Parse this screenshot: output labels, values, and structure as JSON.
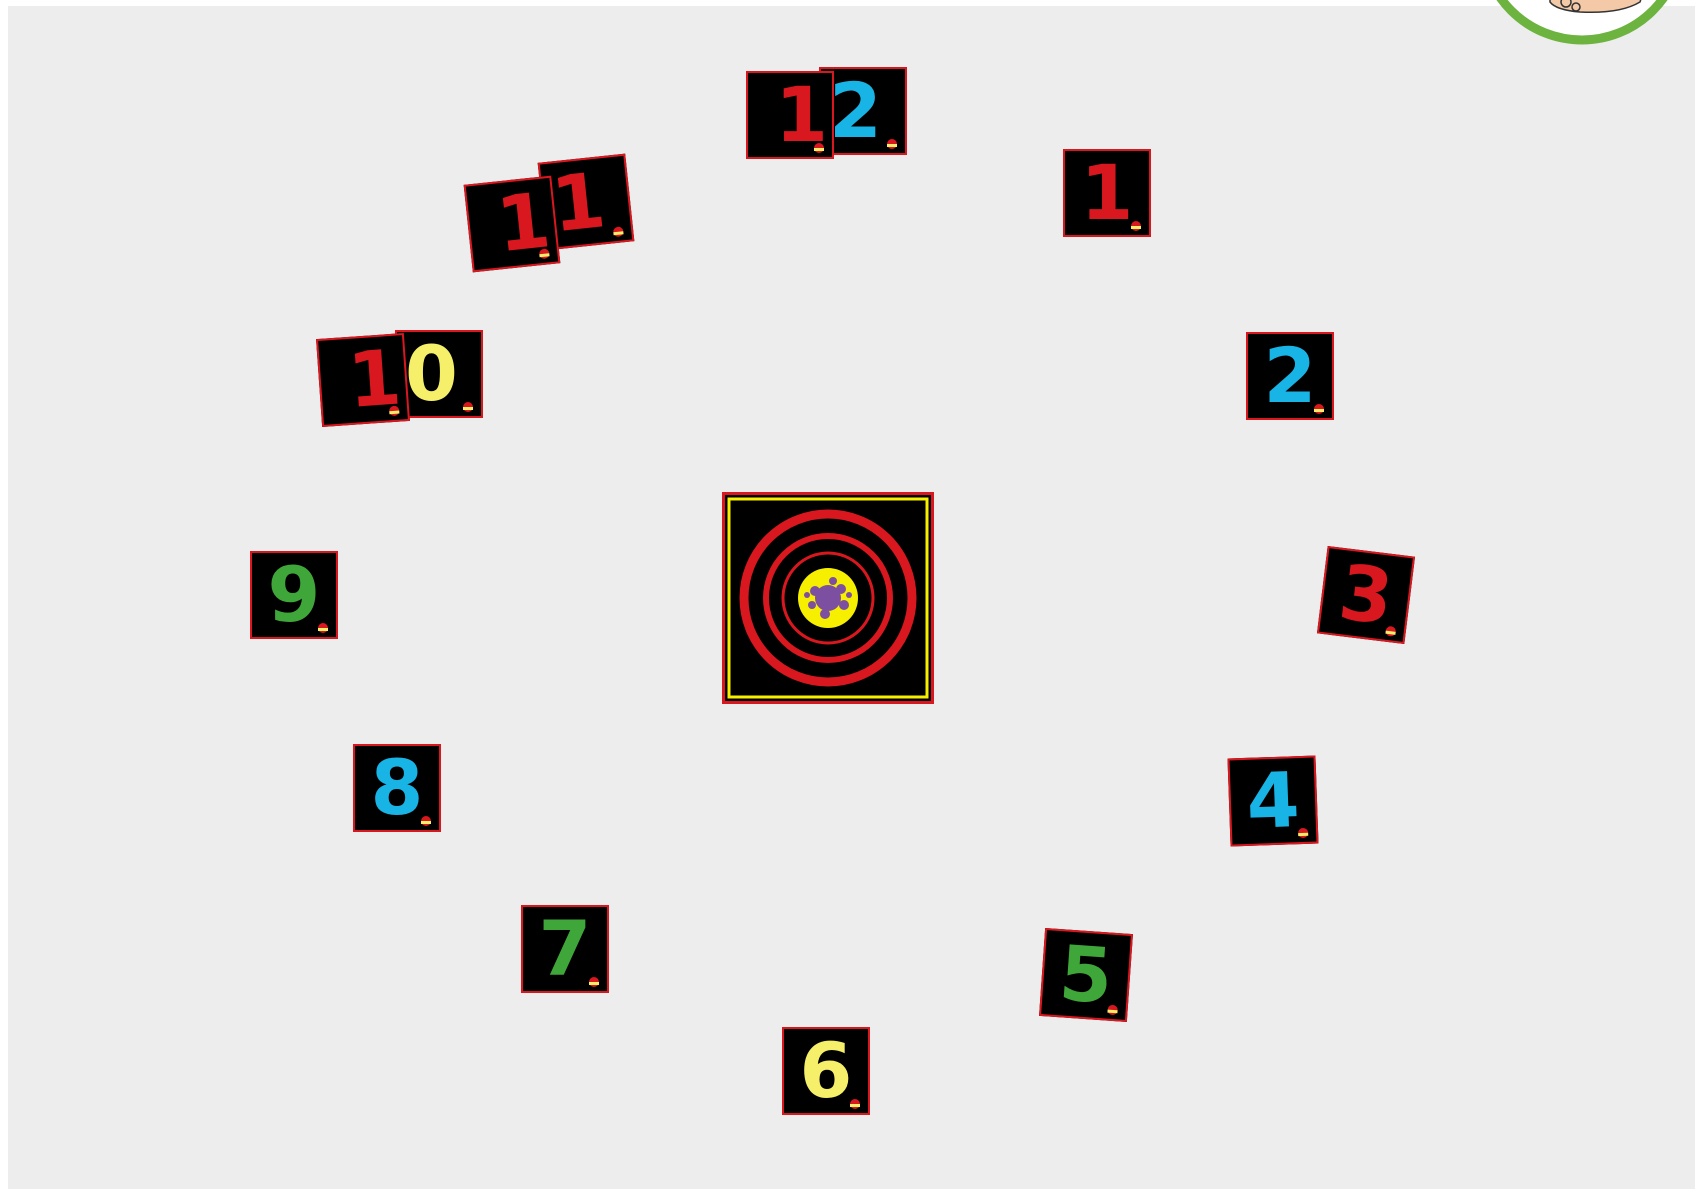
{
  "colors": {
    "tile_border": "#d8171f",
    "tile_fill": "#000000",
    "red": "#d8171f",
    "blue": "#18b4e6",
    "green": "#3fa63a",
    "yellow": "#f6ef6a",
    "mat": "#ededed",
    "splat": "#7d4fa0",
    "badge_ring": "#6db33f"
  },
  "clock": {
    "tiles": [
      {
        "id": "1",
        "digit": "1",
        "color": "red"
      },
      {
        "id": "2",
        "digit": "2",
        "color": "blue"
      },
      {
        "id": "3",
        "digit": "3",
        "color": "red"
      },
      {
        "id": "4",
        "digit": "4",
        "color": "blue"
      },
      {
        "id": "5",
        "digit": "5",
        "color": "green"
      },
      {
        "id": "6",
        "digit": "6",
        "color": "yellow"
      },
      {
        "id": "7",
        "digit": "7",
        "color": "green"
      },
      {
        "id": "8",
        "digit": "8",
        "color": "blue"
      },
      {
        "id": "9",
        "digit": "9",
        "color": "green"
      },
      {
        "id": "10a",
        "digit": "1",
        "color": "red"
      },
      {
        "id": "10b",
        "digit": "0",
        "color": "yellow"
      },
      {
        "id": "11a",
        "digit": "1",
        "color": "red"
      },
      {
        "id": "11b",
        "digit": "1",
        "color": "red"
      },
      {
        "id": "12a",
        "digit": "1",
        "color": "red"
      },
      {
        "id": "12b",
        "digit": "2",
        "color": "blue"
      }
    ],
    "center": {
      "icon": "target-splat-icon"
    }
  },
  "corner_badge": {
    "icon": "bare-foot-icon"
  }
}
